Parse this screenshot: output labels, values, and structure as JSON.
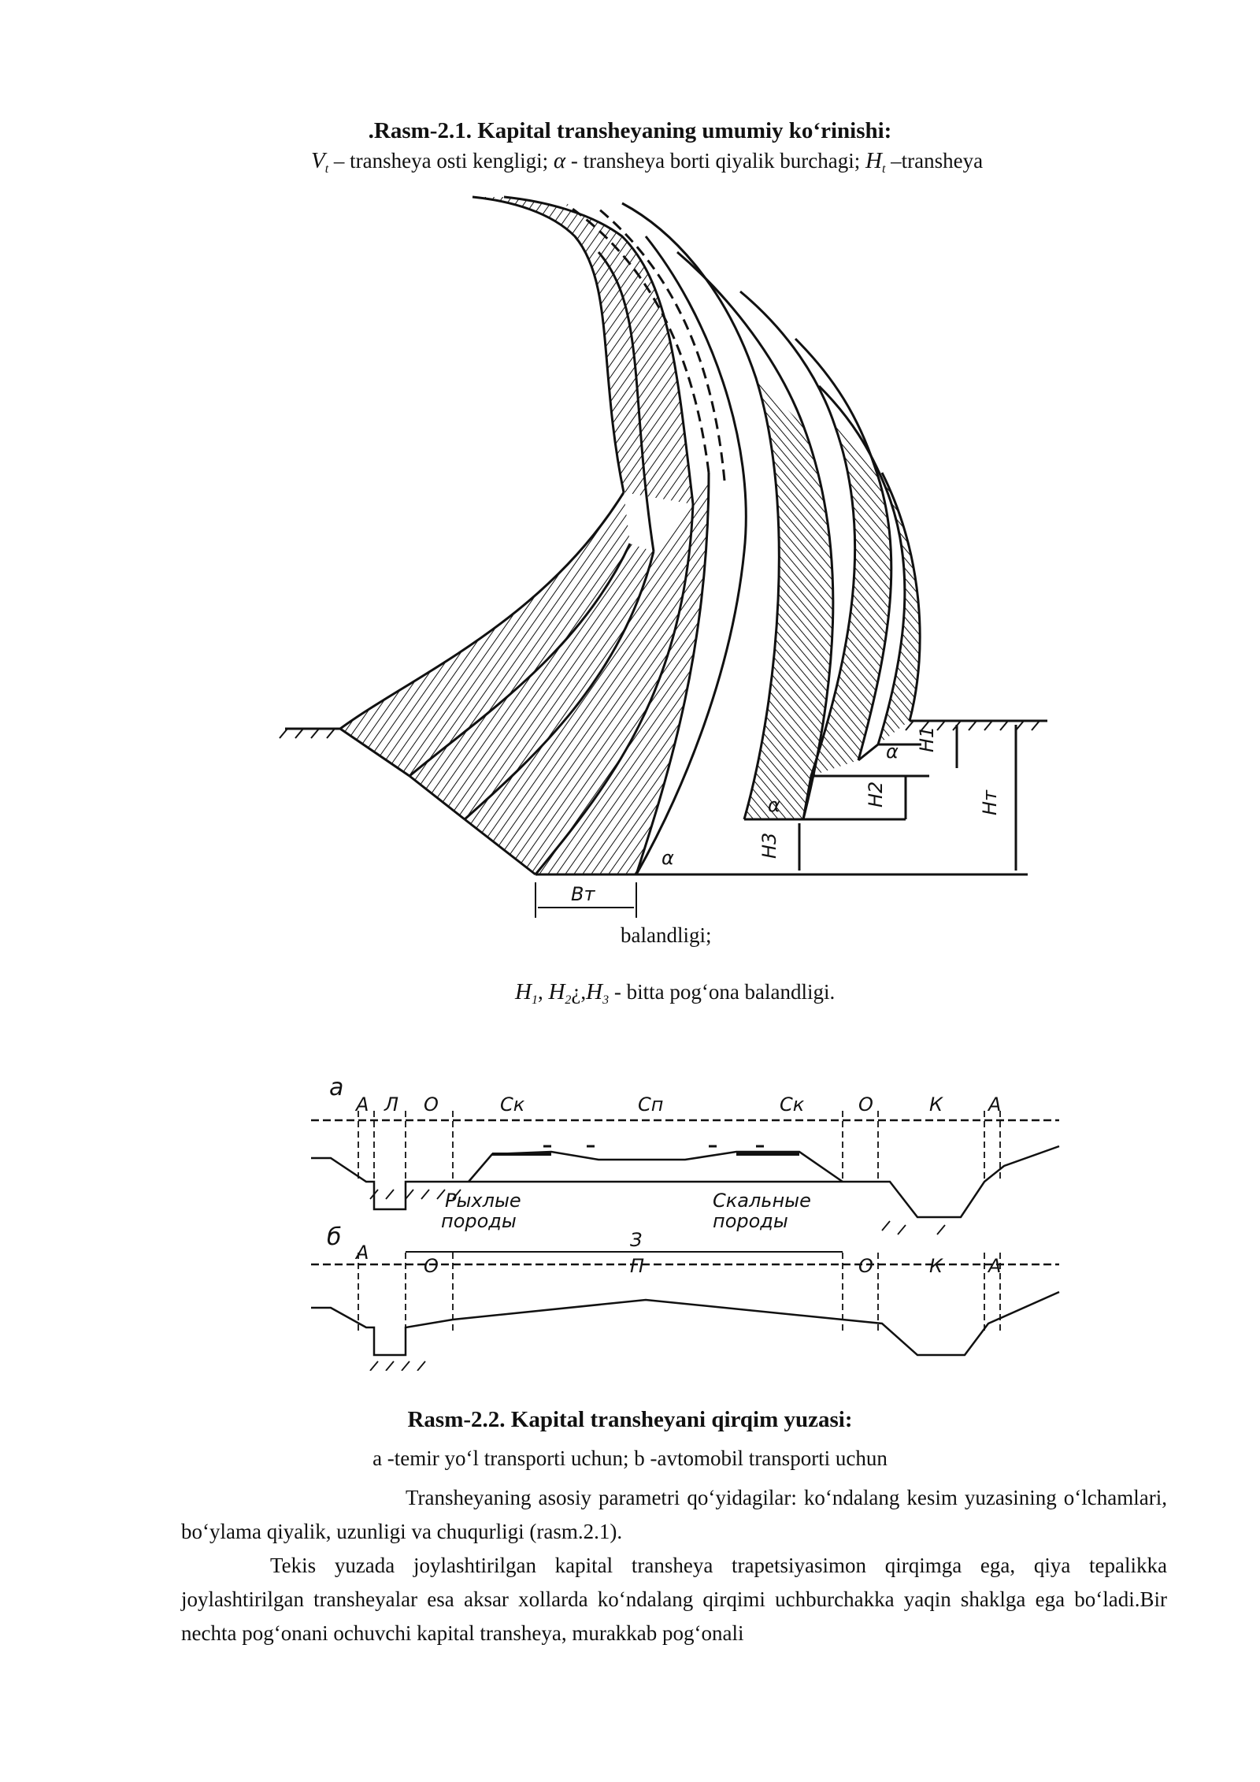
{
  "figure1": {
    "title_dot": ".",
    "title": "Rasm-2.1. Kapital transheyaning umumiy ko‘rinishi:",
    "legend": {
      "v_symbol": "V",
      "v_sub": "t",
      "v_text": " – transheya osti kengligi; ",
      "alpha_symbol": "α",
      "alpha_text": " - transheya borti qiyalik burchagi; ",
      "h_symbol": "H",
      "h_sub": "t",
      "h_text": " –transheya"
    },
    "labels": {
      "bt": "Bт",
      "alpha": "α",
      "h1": "H1",
      "h2": "H2",
      "h3": "H3",
      "ht": "Hт"
    },
    "continuation": "balandligi;",
    "h_row": {
      "h1": "H",
      "h1_sub": "1",
      "comma1": ",  ",
      "h2": "H",
      "h2_sub": "2",
      "sep": "¿,",
      "h3": "H",
      "h3_sub": "3",
      "text": "   - bitta pog‘ona balandligi."
    }
  },
  "figure2": {
    "labels_a": {
      "mark": "а",
      "a1": "А",
      "l": "Л",
      "o1": "О",
      "ck1": "Cк",
      "cp": "Cп",
      "ck2": "Cк",
      "o2": "О",
      "k": "К",
      "a2": "А",
      "loose": [
        "Рыхлые",
        "породы"
      ],
      "rock": [
        "Скальные",
        "породы"
      ]
    },
    "labels_b": {
      "mark": "б",
      "a1": "А",
      "o1": "О",
      "z": "З",
      "p": "П",
      "o2": "О",
      "k": "К",
      "a2": "А"
    },
    "title": "Rasm-2.2.  Kapital transheyani qirqim yuzasi:",
    "subtitle": "a -temir yo‘l transporti uchun; b -avtomobil transporti uchun"
  },
  "paragraphs": [
    "Transheyaning asosiy parametri qo‘yidagilar: ko‘ndalang kesim yuzasining o‘lchamlari, bo‘ylama qiyalik, uzunligi va chuqurligi (rasm.2.1).",
    "Tekis yuzada joylashtirilgan kapital transheya trapetsiyasimon qirqimga ega, qiya tepalikka joylashtirilgan transheyalar esa aksar xollarda ko‘ndalang qirqimi uchburchakka yaqin shaklga ega bo‘ladi.Bir nechta pog‘onani ochuvchi kapital transheya, murakkab pog‘onali"
  ]
}
